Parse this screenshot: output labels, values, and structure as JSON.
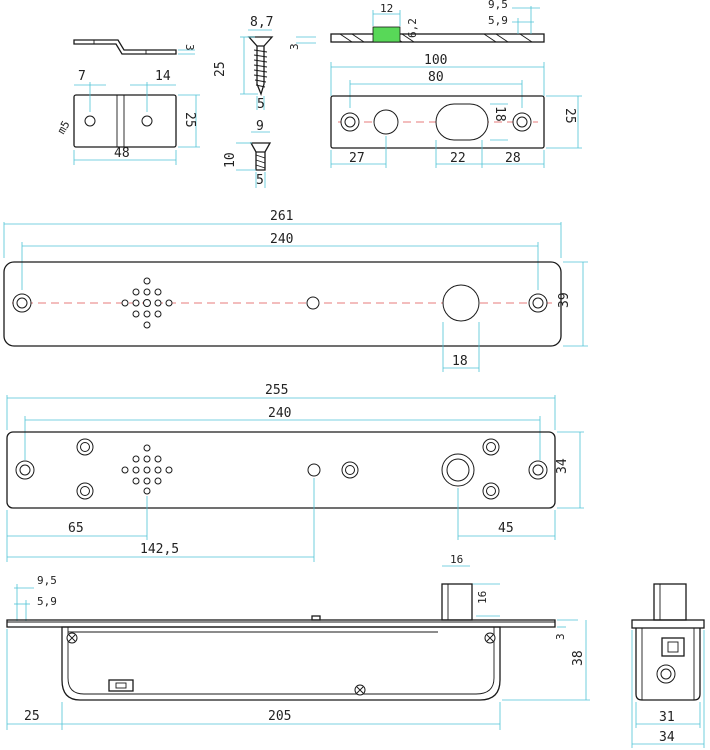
{
  "colors": {
    "line": "#1a1a1a",
    "dimension": "#4fc3d6",
    "centerline": "#e05050",
    "highlight": "#58d858"
  },
  "dims": {
    "bracket_3": "3",
    "bracket_7": "7",
    "bracket_14": "14",
    "bracket_m5": "m5",
    "bracket_25": "25",
    "bracket_48": "48",
    "screw_87": "8,7",
    "screw_25": "25",
    "screw_5": "5",
    "screw_3": "3",
    "bolt_9": "9",
    "bolt_10": "10",
    "bolt_5": "5",
    "plate_12": "12",
    "plate_62": "6,2",
    "plate_95": "9,5",
    "plate_59": "5,9",
    "plate_100": "100",
    "plate_80": "80",
    "plate_18": "18",
    "plate_25": "25",
    "plate_27": "27",
    "plate_22": "22",
    "plate_28": "28",
    "front_261": "261",
    "front_240": "240",
    "front_39": "39",
    "front_18": "18",
    "lock_255": "255",
    "lock_240": "240",
    "lock_34": "34",
    "lock_65": "65",
    "lock_142": "142,5",
    "lock_45": "45",
    "side_95": "9,5",
    "side_59": "5,9",
    "side_16w": "16",
    "side_16h": "16",
    "side_3": "3",
    "side_38": "38",
    "side_25": "25",
    "side_205": "205",
    "end_31": "31",
    "end_34": "34"
  }
}
